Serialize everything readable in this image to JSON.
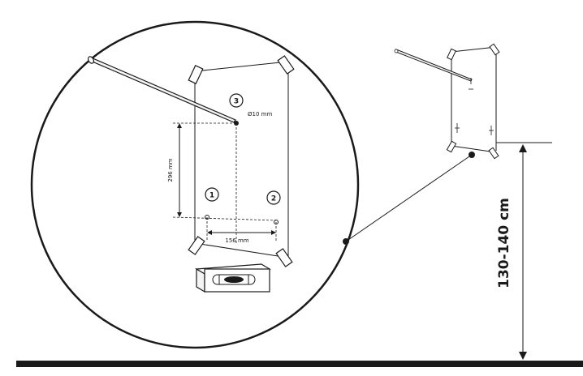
{
  "labels": {
    "hole1": "1",
    "hole2": "2",
    "hole3": "3",
    "drill_diameter": "Ø10 mm",
    "vertical_distance": "296 mm",
    "horizontal_distance": "156 mm",
    "mount_height": "130-140 cm"
  },
  "colors": {
    "line": "#1a1a1a",
    "background": "#ffffff",
    "tool_fill": "#f4f4f4"
  },
  "icons": {
    "level": "spirit-level-icon",
    "drill": "drill-bit-icon",
    "bracket": "corner-bracket-icon"
  }
}
